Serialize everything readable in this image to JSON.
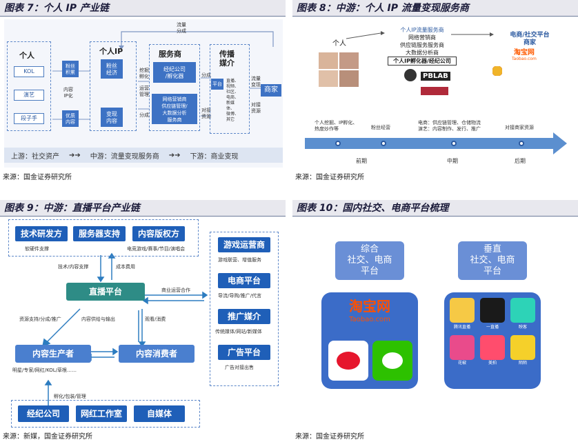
{
  "p7": {
    "title": "图表 7：个人 IP 产业链",
    "source": "来源：国金证券研究所",
    "top_flow": "流量\n分成",
    "col1": {
      "head": "个人",
      "items": [
        "KOL",
        "演艺",
        "段子手"
      ]
    },
    "col2": {
      "items": [
        "粉丝\n积累",
        "内容\nIP化",
        "优质\n内容"
      ]
    },
    "col3": {
      "head": "个人IP",
      "items": [
        "粉丝\n经济",
        "变现\n内容"
      ]
    },
    "col3b": {
      "items": [
        "挖掘\n孵化",
        "运营\n管理",
        "分成"
      ]
    },
    "col4": {
      "head": "服务商",
      "items": [
        "经纪公司\n/孵化器",
        "网络营销商\n供应链管理/\n大数据分析\n服务商"
      ]
    },
    "col4b": {
      "items": [
        "分成",
        "对接\n资源"
      ]
    },
    "col5": {
      "head": "传播\n媒介",
      "items": [
        "平台",
        "直播、\n视频、\n社区、\n电商、\n新媒\n体、\n微博、\n其它"
      ]
    },
    "col5b": {
      "items": [
        "流量\n变现",
        "对接\n资源"
      ]
    },
    "col6": {
      "head": "商家"
    },
    "bottom": [
      "上游：社交资产",
      "➔➔",
      "中游：流量变现服务商",
      "➔➔",
      "下游：商业变现"
    ]
  },
  "p8": {
    "title": "图表 8：中游：个人 IP 流量变现服务商",
    "source": "来源：国金证券研究所",
    "labels": {
      "person": "个人",
      "middle": [
        "个人IP流量服务商",
        "网络营销商",
        "供应链服务服务商",
        "大数据分析商",
        "个人IP孵化器/经纪公司"
      ],
      "right": [
        "电商/社交平台",
        "商家"
      ],
      "logo1": "淘宝网",
      "logo1b": "Taobao.com",
      "logo2": "PBLAB"
    },
    "timeline": {
      "items": [
        "个人挖掘、IP孵化、\n热度炒作等",
        "粉丝经营",
        "电商：供应链管理、仓储物流\n演艺：内容制作、发行、推广",
        "对接商家资源"
      ],
      "stages": [
        "前期",
        "中期",
        "后期"
      ]
    }
  },
  "p9": {
    "title": "图表 9：中游：直播平台产业链",
    "source": "来源：新媒，国金证券研究所",
    "top_boxes": [
      "技术研发方",
      "服务器支持",
      "内容版权方"
    ],
    "top_subs": [
      "软硬件支撑",
      "电竞游戏/赛事/节目/演唱会"
    ],
    "arrows": [
      "技术/内容支撑",
      "成本费用",
      "商业运营合作",
      "资源支持/分成/推广",
      "内容供给与输出",
      "观看/消费",
      "孵化/包装/管理"
    ],
    "center": "直播平台",
    "producer": "内容生产者",
    "consumer": "内容消费者",
    "producer_sub": "明星/专家/网红/KOL/草根……",
    "right": [
      {
        "title": "游戏运营商",
        "sub": "游戏联营、增值服务"
      },
      {
        "title": "电商平台",
        "sub": "导流/导购/推广/代言"
      },
      {
        "title": "推广媒介",
        "sub": "传统媒体/网站/新媒体"
      },
      {
        "title": "广告平台",
        "sub": "广告对接出售"
      }
    ],
    "bottom": [
      "经纪公司",
      "网红工作室",
      "自媒体"
    ]
  },
  "p10": {
    "title": "图表 10：国内社交、电商平台梳理",
    "source": "来源：国金证券研究所",
    "left_head": "综合\n社交、电商\n平台",
    "right_head": "垂直\n社交、电商\n平台",
    "taobao": "淘宝网",
    "taobao_en": "Taobao.com",
    "app_labels": [
      "腾讯直播",
      "一直播",
      "映客",
      "花椒",
      "美拍",
      "陌陌"
    ]
  }
}
